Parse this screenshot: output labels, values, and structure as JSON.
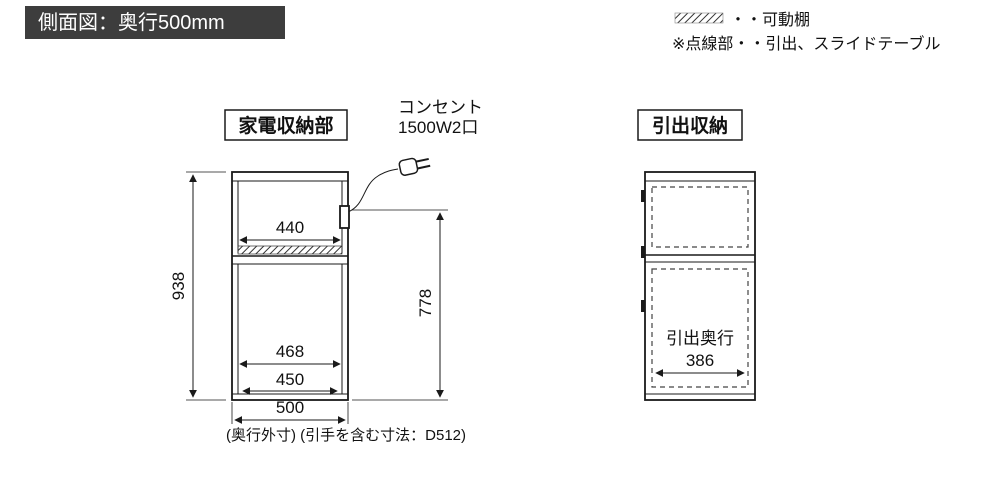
{
  "title": "側面図：奥行500mm",
  "legend": {
    "movable_shelf_label": "・・可動棚",
    "dotted_note": "※点線部・・引出、スライドテーブル"
  },
  "left_unit": {
    "label": "家電収納部",
    "outlet_line1": "コンセント",
    "outlet_line2": "1500W2口",
    "dim_total_height": "938",
    "dim_shelf_width": "440",
    "dim_lower_height": "778",
    "dim_inner_depth": "468",
    "dim_base_depth": "450",
    "dim_outer_depth": "500",
    "caption": "(奥行外寸) (引手を含む寸法：D512)"
  },
  "right_unit": {
    "label": "引出収納",
    "drawer_depth_label": "引出奥行",
    "dim_drawer_depth": "386"
  }
}
